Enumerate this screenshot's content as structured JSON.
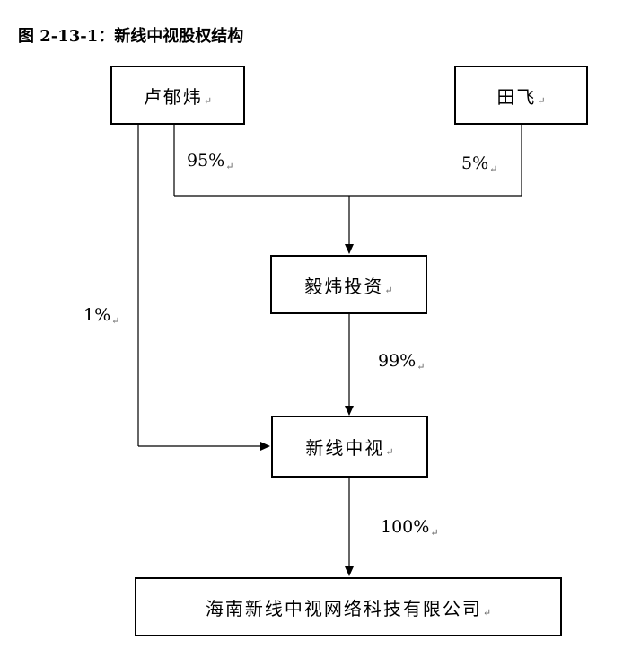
{
  "title": "图 2-13-1：新线中视股权结构",
  "edit_mark": "↵",
  "nodes": {
    "luyuwei": "卢郁炜",
    "tianfei": "田飞",
    "yiwei": "毅炜投资",
    "xinxian": "新线中视",
    "hainan": "海南新线中视网络科技有限公司"
  },
  "edges": {
    "luyuwei_to_yiwei": "95%",
    "tianfei_to_yiwei": "5%",
    "luyuwei_to_xinxian": "1%",
    "yiwei_to_xinxian": "99%",
    "xinxian_to_hainan": "100%"
  }
}
